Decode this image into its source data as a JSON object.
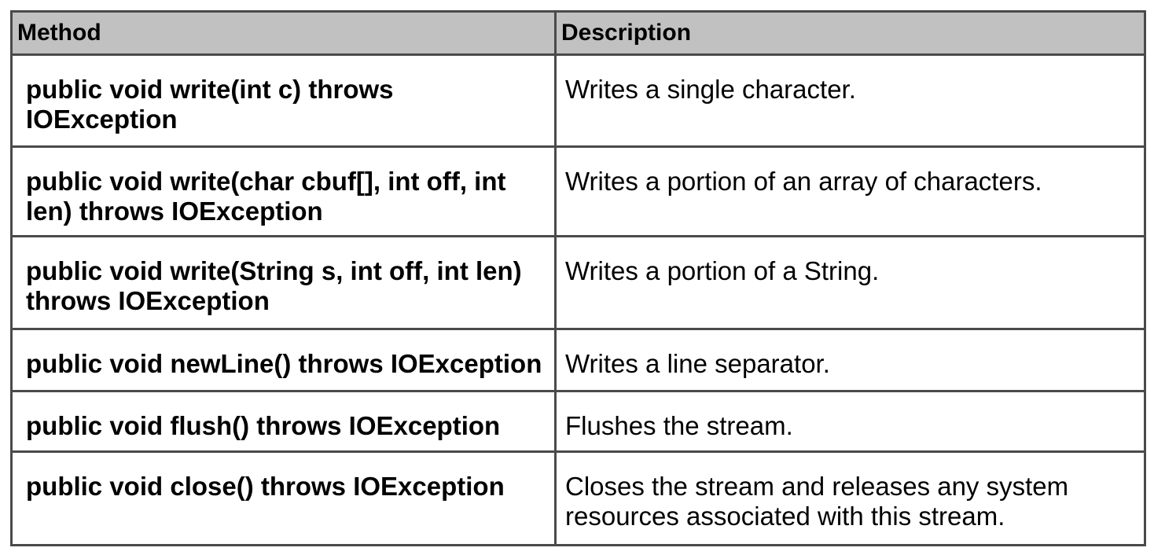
{
  "table": {
    "columns": [
      {
        "label": "Method"
      },
      {
        "label": "Description"
      }
    ],
    "rows": [
      {
        "method": "public void write(int c) throws IOException",
        "description": "Writes a single character."
      },
      {
        "method": "public void write(char cbuf[], int off, int len) throws IOException",
        "description": "Writes a portion of an array of characters."
      },
      {
        "method": "public void write(String s, int off, int len) throws IOException",
        "description": "Writes a portion of a String."
      },
      {
        "method": "public void newLine() throws IOException",
        "description": "Writes a line separator."
      },
      {
        "method": "public void flush() throws IOException",
        "description": "Flushes the stream."
      },
      {
        "method": "public void close() throws IOException",
        "description": "Closes the stream and releases any system resources associated with this stream."
      }
    ],
    "colors": {
      "header_background": "#c1c1c1",
      "border": "#4a4a4a",
      "text": "#000000"
    }
  }
}
